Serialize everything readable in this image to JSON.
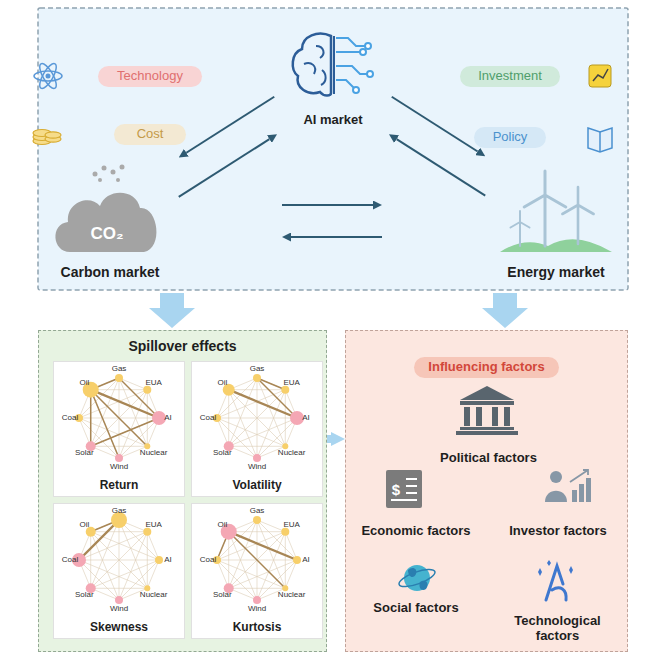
{
  "diagram": {
    "nodes": [
      {
        "text": [
          "Technology"
        ]
      },
      {
        "text": [
          "AI market"
        ]
      },
      {
        "text": [
          "Investment"
        ]
      },
      {
        "text": [
          "Cost"
        ]
      },
      {
        "text": [
          "Policy"
        ]
      },
      {
        "text": [
          "Carbon market"
        ]
      },
      {
        "text": [
          "Energy market"
        ]
      },
      {
        "text": [
          "Spillover effects"
        ]
      },
      {
        "text": [
          "Return"
        ],
        "in": 7
      },
      {
        "text": [
          "Volatility"
        ],
        "in": 7
      },
      {
        "text": [
          "Skewness"
        ],
        "in": 7
      },
      {
        "text": [
          "Kurtosis"
        ],
        "in": 7
      },
      {
        "text": [
          "Influencing factors"
        ]
      },
      {
        "text": [
          "Political factors"
        ],
        "in": 12
      },
      {
        "text": [
          "Economic factors"
        ],
        "in": 12
      },
      {
        "text": [
          "Investor factors"
        ],
        "in": 12
      },
      {
        "text": [
          "Social factors"
        ],
        "in": 12
      },
      {
        "text": [
          "Technological factors"
        ],
        "in": 12
      }
    ],
    "edges": [
      {
        "from": 1,
        "to": 5,
        "arrow": "to"
      },
      {
        "from": 5,
        "to": 1,
        "arrow": "to"
      },
      {
        "from": 1,
        "to": 6,
        "arrow": "to"
      },
      {
        "from": 6,
        "to": 1,
        "arrow": "to"
      },
      {
        "from": 5,
        "to": 6,
        "arrow": "to"
      },
      {
        "from": 6,
        "to": 5,
        "arrow": "to"
      },
      {
        "from": 7,
        "to": 12,
        "arrow": "to"
      }
    ],
    "labels": [
      "CO₂",
      "Gas",
      "EUA",
      "AI",
      "Nuclear",
      "Wind",
      "Solar",
      "Coal",
      "Oil",
      "Gas",
      "EUA",
      "AI",
      "Nuclear",
      "Wind",
      "Solar",
      "Coal",
      "Oil",
      "Gas",
      "EUA",
      "AI",
      "Nuclear",
      "Wind",
      "Solar",
      "Coal",
      "Oil",
      "Gas",
      "EUA",
      "AI",
      "Nuclear",
      "Wind",
      "Solar",
      "Coal",
      "Oil",
      "$"
    ]
  }
}
